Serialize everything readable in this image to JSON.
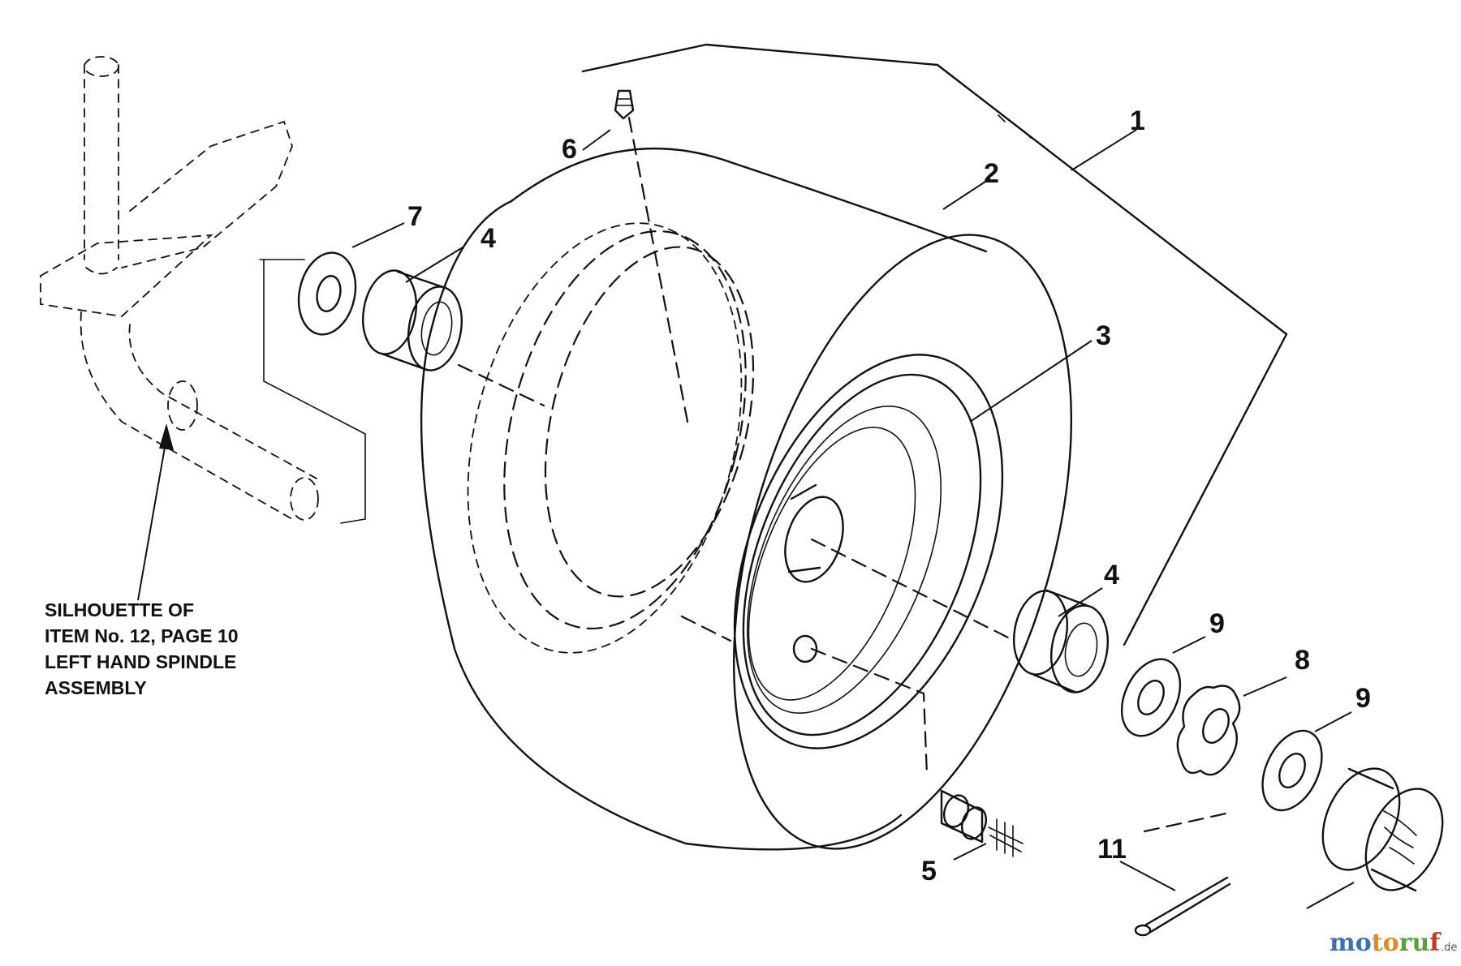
{
  "callouts": [
    {
      "id": "1",
      "label": "1"
    },
    {
      "id": "2",
      "label": "2"
    },
    {
      "id": "3",
      "label": "3"
    },
    {
      "id": "4a",
      "label": "4"
    },
    {
      "id": "4b",
      "label": "4"
    },
    {
      "id": "5",
      "label": "5"
    },
    {
      "id": "6",
      "label": "6"
    },
    {
      "id": "7",
      "label": "7"
    },
    {
      "id": "8",
      "label": "8"
    },
    {
      "id": "9a",
      "label": "9"
    },
    {
      "id": "9b",
      "label": "9"
    },
    {
      "id": "11",
      "label": "11"
    }
  ],
  "note": {
    "lines": [
      "SILHOUETTE OF",
      "ITEM No. 12, PAGE 10",
      "LEFT HAND SPINDLE",
      "ASSEMBLY"
    ]
  },
  "watermark": {
    "letters": [
      "m",
      "o",
      "t",
      "o",
      "r",
      "u",
      "f"
    ],
    "colors": [
      "#3b6fb6",
      "#3b6fb6",
      "#e08a1e",
      "#e08a1e",
      "#5aa03c",
      "#5aa03c",
      "#c0392b"
    ],
    "tld": ".de"
  }
}
